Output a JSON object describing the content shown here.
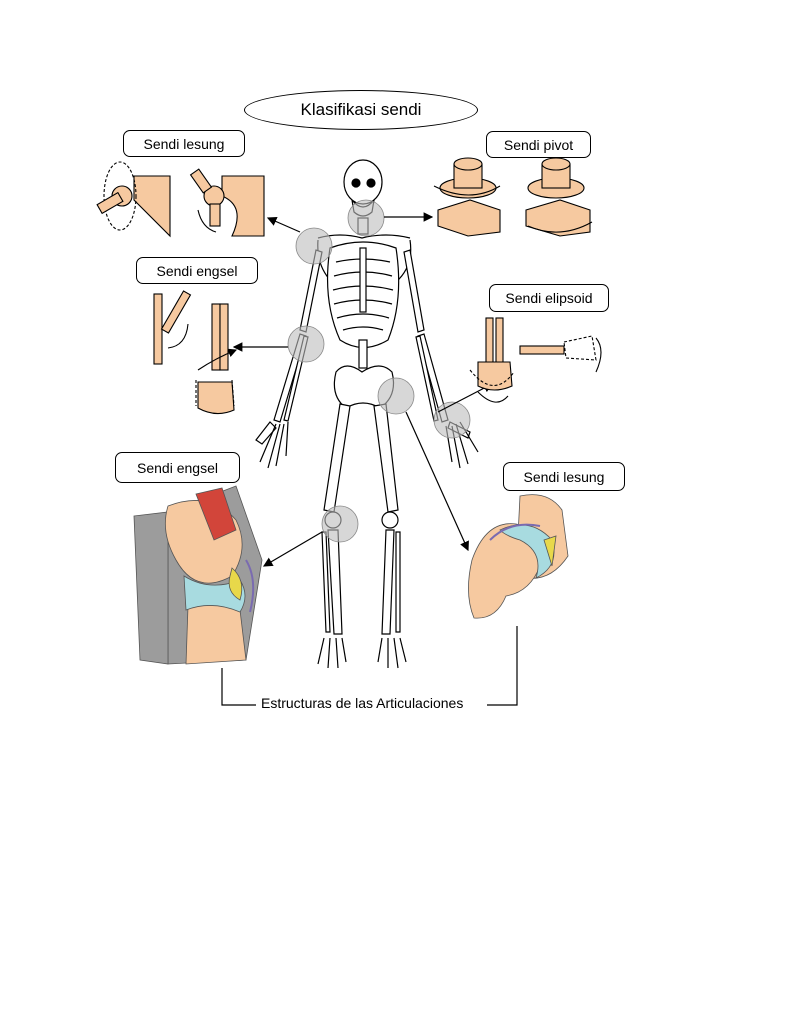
{
  "title": "Klasifikasi sendi",
  "labels": {
    "ball_socket_top": "Sendi lesung",
    "pivot": "Sendi pivot",
    "hinge_top": "Sendi engsel",
    "ellipsoid": "Sendi elipsoid",
    "hinge_bottom": "Sendi engsel",
    "ball_socket_bottom": "Sendi lesung"
  },
  "caption": "Estructuras de las Articulaciones",
  "colors": {
    "bone_block": "#f6c9a0",
    "joint_highlight": "#bdbdbd",
    "cartilage": "#a8dbe0",
    "fat_pad": "#e8d84a",
    "muscle": "#d2453a",
    "skin_gray": "#9c9c9c",
    "line": "#000000"
  }
}
